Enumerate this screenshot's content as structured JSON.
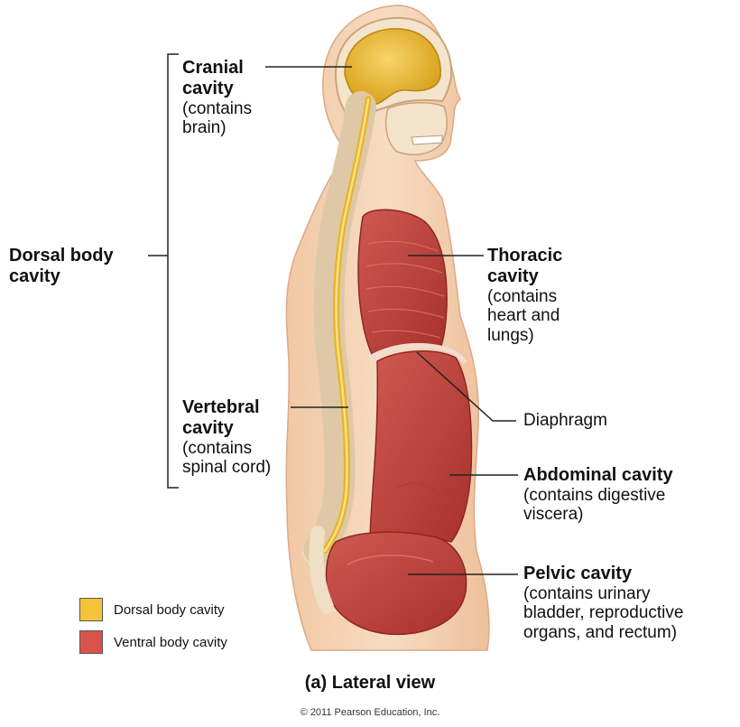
{
  "labels": {
    "cranial": {
      "title": [
        "Cranial",
        "cavity"
      ],
      "sub": [
        "(contains",
        "brain)"
      ]
    },
    "dorsal": {
      "title": [
        "Dorsal body",
        "cavity"
      ]
    },
    "vertebral": {
      "title": [
        "Vertebral",
        "cavity"
      ],
      "sub": [
        "(contains",
        "spinal cord)"
      ]
    },
    "thoracic": {
      "title": [
        "Thoracic",
        "cavity"
      ],
      "sub": [
        "(contains",
        "heart and",
        "lungs)"
      ]
    },
    "diaphragm": "Diaphragm",
    "abdominal": {
      "title": [
        "Abdominal cavity"
      ],
      "sub": [
        "(contains digestive",
        "viscera)"
      ]
    },
    "pelvic": {
      "title": [
        "Pelvic cavity"
      ],
      "sub": [
        "(contains urinary",
        "bladder, reproductive",
        "organs, and rectum)"
      ]
    }
  },
  "legend": [
    {
      "label": "Dorsal body cavity",
      "color": "#f3c43a"
    },
    {
      "label": "Ventral body cavity",
      "color": "#d9534c"
    }
  ],
  "caption": "(a) Lateral view",
  "copyright": "© 2011 Pearson Education, Inc.",
  "colors": {
    "skin": "#f4d3b4",
    "skin_dark": "#e8b98f",
    "dorsal": "#f1bf2f",
    "ventral": "#c0433c",
    "ventral_light": "#d6675c",
    "bone": "#f6ead7",
    "leader": "#222222"
  }
}
